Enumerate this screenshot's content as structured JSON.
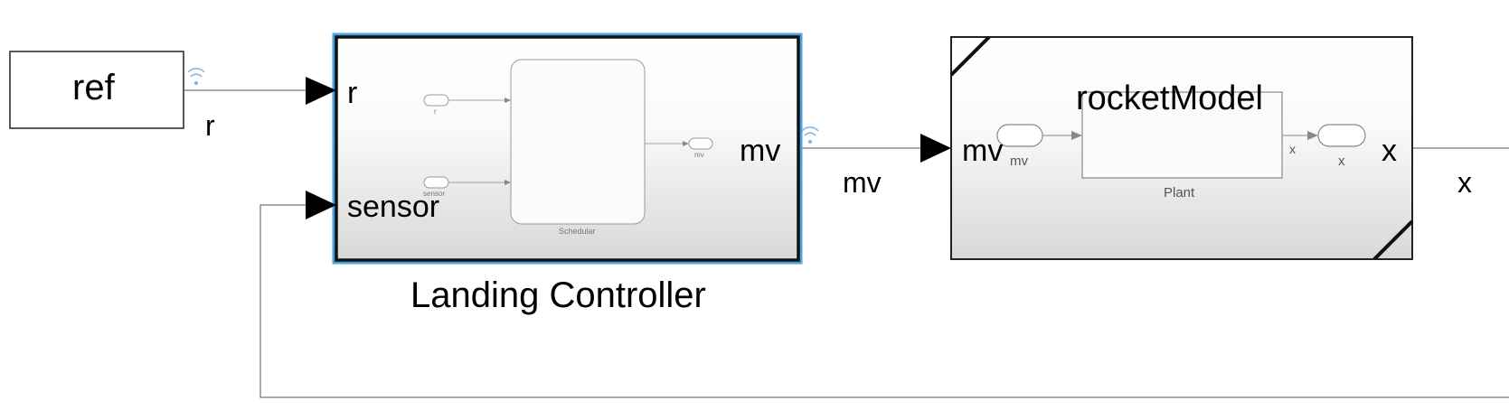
{
  "ref_block": {
    "label": "ref"
  },
  "signals": {
    "r": "r",
    "mv": "mv",
    "x": "x"
  },
  "landing_controller": {
    "name": "Landing Controller",
    "port_r": "r",
    "port_sensor": "sensor",
    "port_mv": "mv",
    "inner": {
      "in_r": "r",
      "in_sensor": "sensor",
      "out_mv": "mv",
      "block_name": "Schedular"
    }
  },
  "rocket_model": {
    "name": "rocketModel",
    "port_mv": "mv",
    "port_x": "x",
    "inner": {
      "in_mv": "mv",
      "out_x": "x",
      "block_name": "Plant",
      "signal_x": "x"
    }
  },
  "colors": {
    "selection": "#4aa3df",
    "wifi": "#7fb3e0",
    "line": "#555555"
  }
}
